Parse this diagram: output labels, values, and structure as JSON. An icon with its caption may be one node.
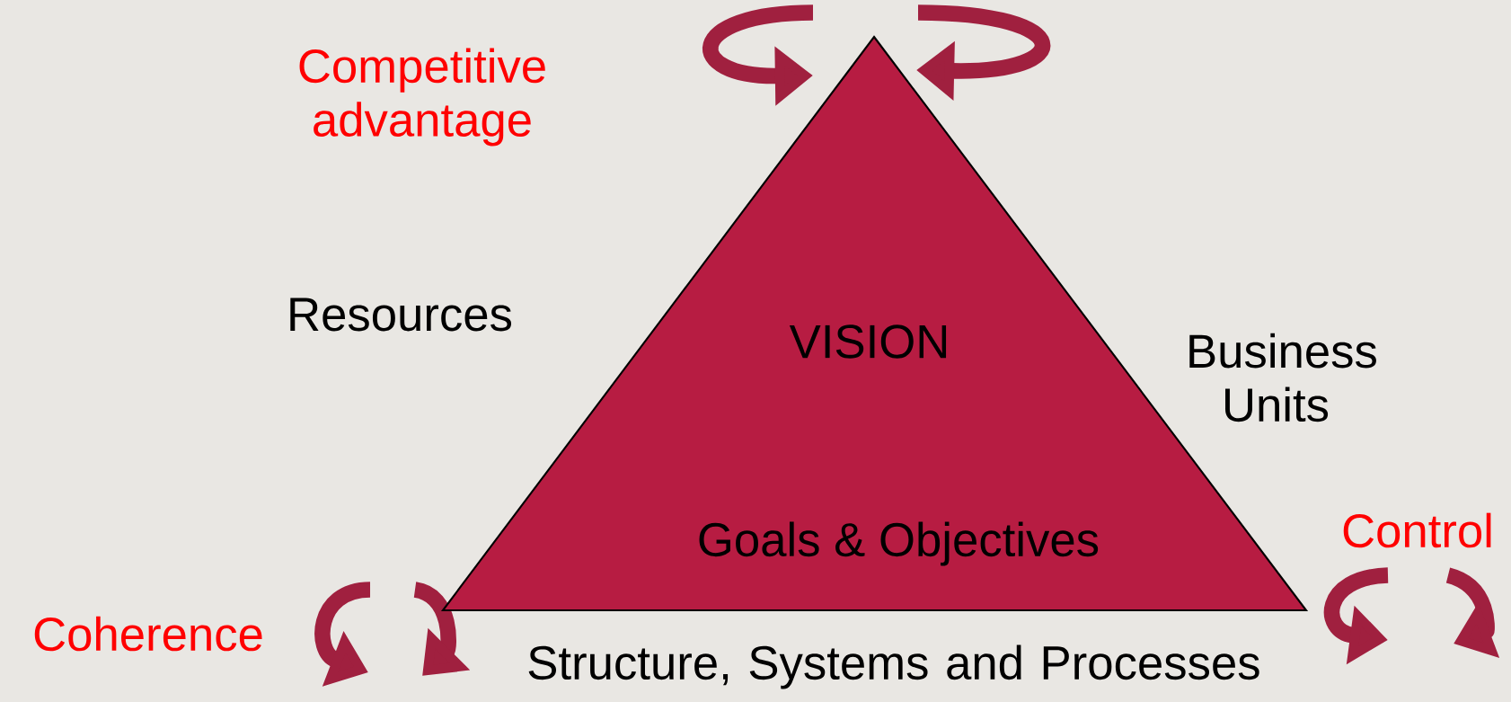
{
  "diagram": {
    "nodes": [
      {
        "text": [
          "VISION",
          "Goals & Objectives"
        ]
      }
    ],
    "edges": [],
    "labels": [
      "Competitive advantage",
      "Resources",
      "Business Units",
      "Control",
      "Coherence",
      "Structure, Systems and Processes"
    ]
  }
}
